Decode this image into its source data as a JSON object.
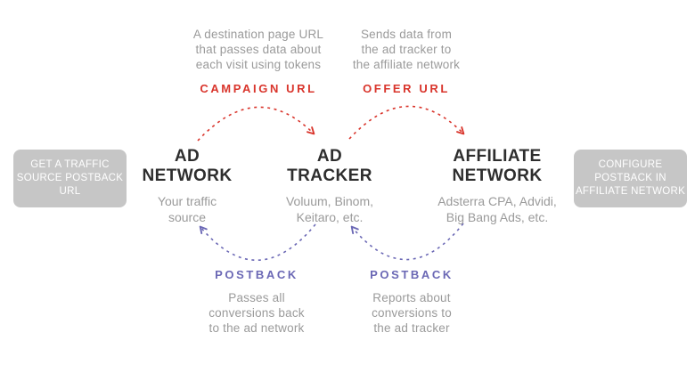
{
  "colors": {
    "red": "#d9352c",
    "purple": "#6b68b5",
    "gray_text": "#9a9a9a",
    "dark_text": "#2e2e2e",
    "button_bg": "#c6c6c6",
    "button_text": "#ffffff",
    "background": "#ffffff"
  },
  "flows_top": [
    {
      "label": "CAMPAIGN URL",
      "description_lines": [
        "A destination page URL",
        "that passes data about",
        "each visit using tokens"
      ]
    },
    {
      "label": "OFFER URL",
      "description_lines": [
        "Sends data from",
        "the ad tracker to",
        "the affiliate network"
      ]
    }
  ],
  "nodes": [
    {
      "title_lines": [
        "AD",
        "NETWORK"
      ],
      "subtitle_lines": [
        "Your traffic",
        "source"
      ]
    },
    {
      "title_lines": [
        "AD",
        "TRACKER"
      ],
      "subtitle_lines": [
        "Voluum, Binom,",
        "Keitaro, etc."
      ]
    },
    {
      "title_lines": [
        "AFFILIATE",
        "NETWORK"
      ],
      "subtitle_lines": [
        "Adsterra CPA, Advidi,",
        "Big Bang Ads, etc."
      ]
    }
  ],
  "flows_bottom": [
    {
      "label": "POSTBACK",
      "description_lines": [
        "Passes all",
        "conversions back",
        "to the ad network"
      ]
    },
    {
      "label": "POSTBACK",
      "description_lines": [
        "Reports about",
        "conversions to",
        "the ad tracker"
      ]
    }
  ],
  "side_buttons": {
    "left_lines": [
      "GET A TRAFFIC",
      "SOURCE POSTBACK",
      "URL"
    ],
    "right_lines": [
      "CONFIGURE",
      "POSTBACK IN",
      "AFFILIATE NETWORK"
    ]
  }
}
